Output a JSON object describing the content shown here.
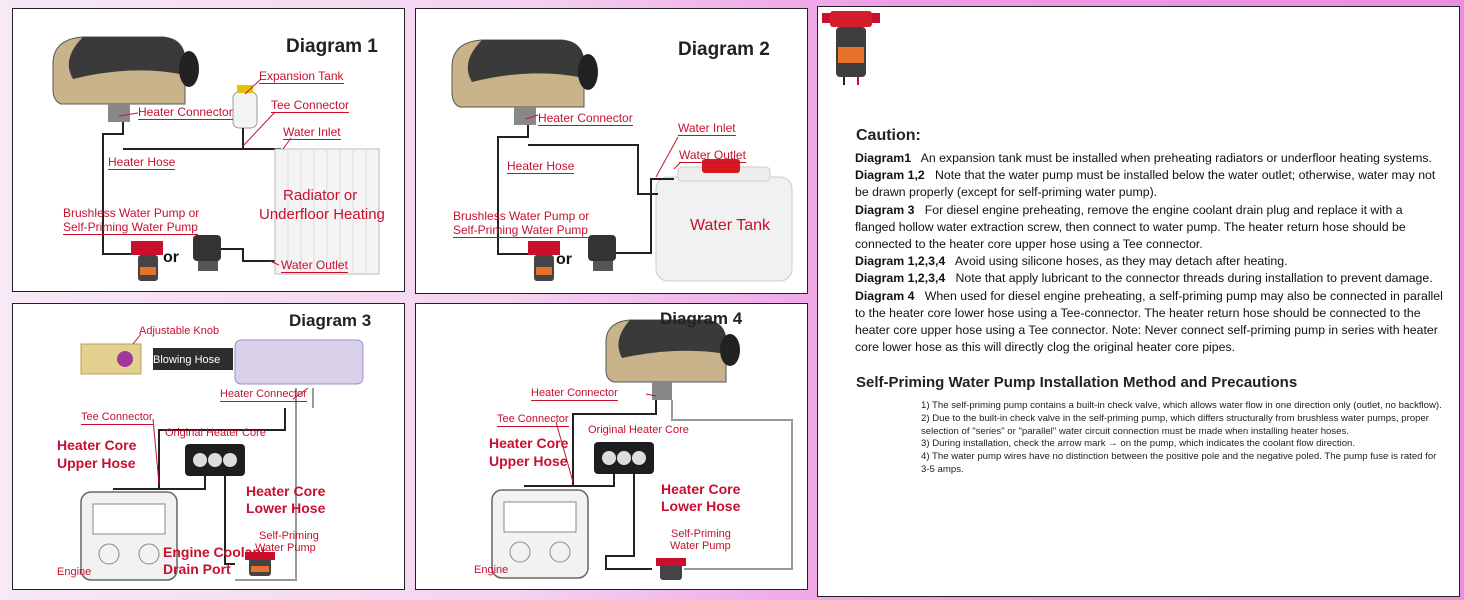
{
  "diagram1": {
    "title": "Diagram 1",
    "labels": {
      "expansion_tank": "Expansion Tank",
      "tee_connector": "Tee Connector",
      "heater_connector": "Heater Connector",
      "water_inlet": "Water Inlet",
      "heater_hose": "Heater Hose",
      "radiator_line1": "Radiator or",
      "radiator_line2": "Underfloor Heating",
      "pump_line1": "Brushless Water Pump or",
      "pump_line2": "Self-Priming Water Pump",
      "or": "or",
      "water_outlet": "Water Outlet"
    }
  },
  "diagram2": {
    "title": "Diagram 2",
    "labels": {
      "heater_connector": "Heater Connector",
      "water_inlet": "Water Inlet",
      "heater_hose": "Heater Hose",
      "water_outlet": "Water Outlet",
      "pump_line1": "Brushless Water Pump or",
      "pump_line2": "Self-Priming Water Pump",
      "water_tank": "Water Tank",
      "or": "or"
    }
  },
  "diagram3": {
    "title": "Diagram 3",
    "labels": {
      "adjustable_knob": "Adjustable Knob",
      "blowing_hose": "Blowing Hose",
      "heater_connector": "Heater Connector",
      "tee_connector": "Tee Connector",
      "original_heater_core": "Original Heater Core",
      "upper_hose_line1": "Heater Core",
      "upper_hose_line2": "Upper Hose",
      "lower_hose_line1": "Heater Core",
      "lower_hose_line2": "Lower Hose",
      "self_priming_line1": "Self-Priming",
      "self_priming_line2": "Water Pump",
      "drain_line1": "Engine Coolant",
      "drain_line2": "Drain Port",
      "engine": "Engine"
    }
  },
  "diagram4": {
    "title": "Diagram 4",
    "labels": {
      "heater_connector": "Heater Connector",
      "tee_connector": "Tee Connector",
      "original_heater_core": "Original Heater Core",
      "upper_hose_line1": "Heater Core",
      "upper_hose_line2": "Upper Hose",
      "lower_hose_line1": "Heater Core",
      "lower_hose_line2": "Lower Hose",
      "self_priming_line1": "Self-Priming",
      "self_priming_line2": "Water Pump",
      "engine": "Engine"
    }
  },
  "caution": {
    "title": "Caution:",
    "items": [
      {
        "key": "Diagram1",
        "text": "An expansion tank must be installed when preheating radiators or underfloor heating systems."
      },
      {
        "key": "Diagram 1,2",
        "text": "Note that the water pump must be installed below the water outlet; otherwise, water may not be drawn properly (except for self-priming water pump)."
      },
      {
        "key": "Diagram 3",
        "text": "For diesel engine preheating, remove the engine coolant drain plug and replace it with a flanged hollow water extraction screw, then connect to water pump. The heater return hose should be connected to the heater core upper hose using a Tee connector."
      },
      {
        "key": "Diagram 1,2,3,4",
        "text": "Avoid using silicone hoses, as they may detach after heating."
      },
      {
        "key": "Diagram 1,2,3,4",
        "text": "Note that apply lubricant to the connector threads during installation to prevent damage."
      },
      {
        "key": "Diagram 4",
        "text": "When used for diesel engine preheating, a self-priming pump may also be connected in parallel to the heater core lower hose using a Tee-connector. The heater return hose should be connected to the heater core upper hose using a Tee connector. Note: Never connect self-priming pump in series with heater core lower hose as this will directly clog the original heater core pipes."
      }
    ]
  },
  "pump_section": {
    "title": "Self-Priming Water Pump Installation Method and Precautions",
    "items": [
      "1) The self-priming pump contains a built-in check valve, which allows water flow in one direction only (outlet, no backflow).",
      "2) Due to the built-in check valve in the self-priming pump, which differs structurally from brushless water pumps, proper selection of \"series\" or \"parallel\" water circuit connection must be made when installing heater hoses.",
      "3) During installation, check the arrow mark → on the pump, which indicates the coolant flow direction.",
      "4) The water pump wires have no distinction between the positive pole and the negative poled. The pump fuse is rated for 3-5 amps."
    ]
  },
  "colors": {
    "label_red": "#c8102e",
    "pipe": "#222222",
    "heater_gold": "#c9b38a",
    "heater_dark": "#3a3a3a"
  },
  "icons": [
    "heater-unit-icon",
    "water-pump-icon",
    "radiator-icon",
    "water-tank-icon",
    "engine-icon",
    "heater-core-icon",
    "expansion-tank-icon"
  ]
}
